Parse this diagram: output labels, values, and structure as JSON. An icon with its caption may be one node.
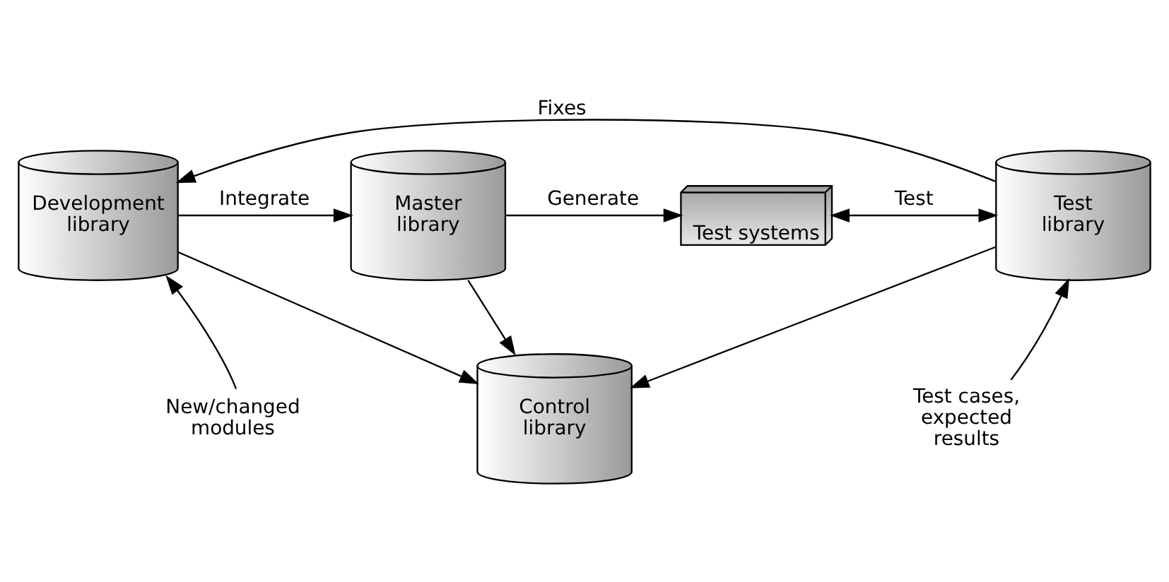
{
  "diagram": {
    "nodes": [
      {
        "text": [
          "Development library"
        ]
      },
      {
        "text": [
          "Master library"
        ]
      },
      {
        "text": [
          "Test systems"
        ]
      },
      {
        "text": [
          "Test library"
        ]
      },
      {
        "text": [
          "Control library"
        ]
      },
      {
        "text": [
          "New/changed modules"
        ]
      },
      {
        "text": [
          "Test cases, expected results"
        ]
      }
    ],
    "edges": [
      {
        "from": 0,
        "to": 1,
        "arrow": "to",
        "label": "Integrate"
      },
      {
        "from": 1,
        "to": 2,
        "arrow": "to",
        "label": "Generate"
      },
      {
        "from": 2,
        "to": 3,
        "arrow": "both",
        "label": "Test"
      },
      {
        "from": 3,
        "to": 0,
        "arrow": "to",
        "label": "Fixes"
      },
      {
        "from": 0,
        "to": 4,
        "arrow": "to"
      },
      {
        "from": 1,
        "to": 4,
        "arrow": "to"
      },
      {
        "from": 3,
        "to": 4,
        "arrow": "to"
      },
      {
        "from": 5,
        "to": 0,
        "arrow": "to"
      },
      {
        "from": 6,
        "to": 3,
        "arrow": "to"
      }
    ]
  }
}
